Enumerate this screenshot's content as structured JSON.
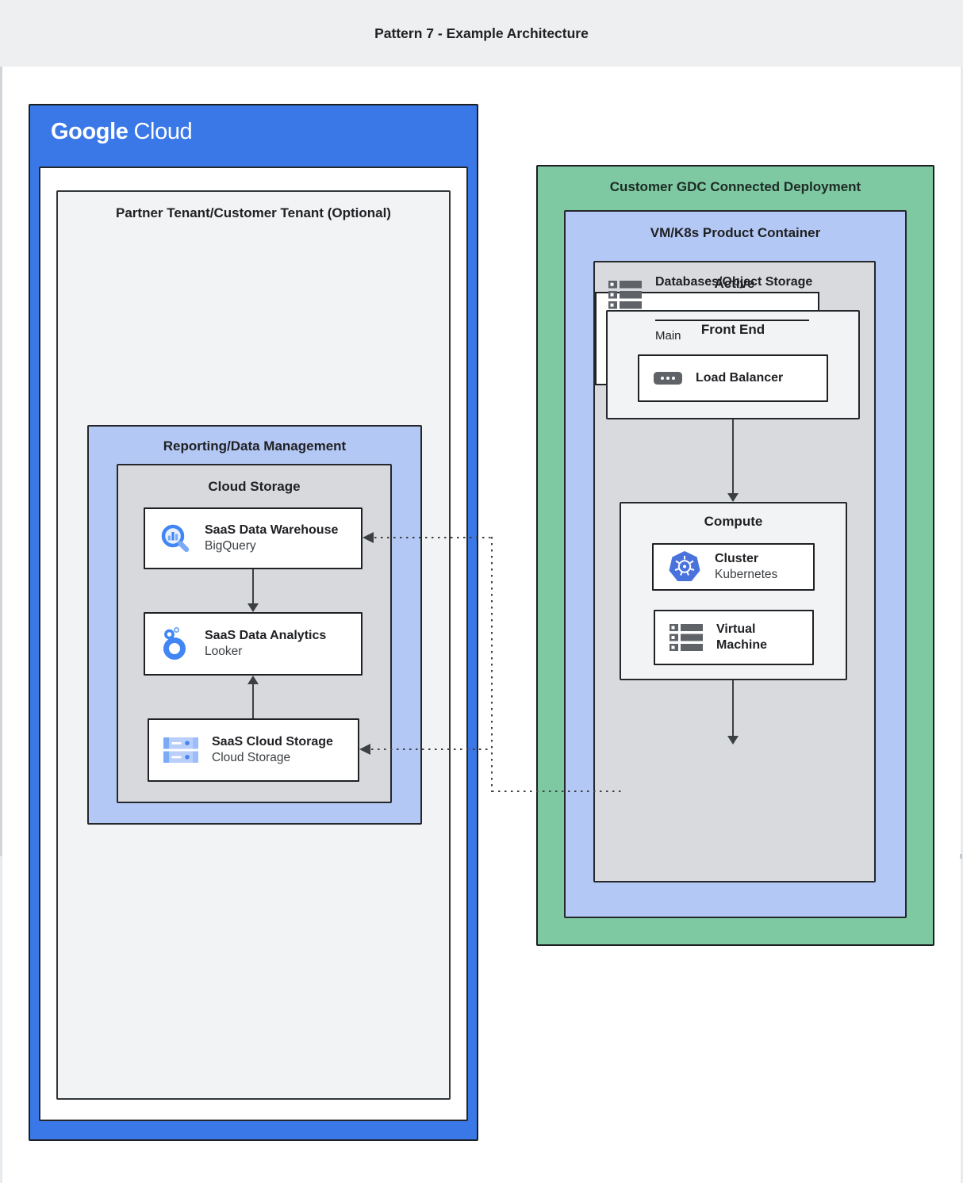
{
  "header": {
    "title": "Pattern 7 - Example Architecture"
  },
  "google_cloud": {
    "logo": {
      "google": "Google",
      "cloud": "Cloud"
    },
    "partner_tenant": {
      "title": "Partner Tenant/Customer Tenant (Optional)",
      "reporting": {
        "title": "Reporting/Data Management",
        "storage_group": {
          "title": "Cloud Storage",
          "warehouse_card": {
            "title": "SaaS Data Warehouse",
            "subtitle": "BigQuery",
            "icon": "bigquery-icon"
          },
          "analytics_card": {
            "title": "SaaS Data Analytics",
            "subtitle": "Looker",
            "icon": "looker-icon"
          },
          "storage_card": {
            "title": "SaaS Cloud Storage",
            "subtitle": "Cloud Storage",
            "icon": "cloud-storage-icon"
          }
        }
      }
    }
  },
  "gdc_deployment": {
    "title": "Customer GDC Connected Deployment",
    "product_container": {
      "title": "VM/K8s Product Container",
      "active": {
        "title": "Active",
        "front_end": {
          "title": "Front End",
          "load_balancer_card": {
            "title": "Load Balancer",
            "icon": "load-balancer-icon"
          }
        },
        "compute": {
          "title": "Compute",
          "cluster_card": {
            "title": "Cluster",
            "subtitle": "Kubernetes",
            "icon": "kubernetes-icon"
          },
          "vm_card": {
            "title": "Virtual Machine",
            "icon": "virtual-machine-icon"
          }
        },
        "database_card": {
          "title": "Databases/Object Storage",
          "footer": "Main",
          "icon": "databases-icon"
        }
      }
    }
  },
  "connections": {
    "solid_arrows": [
      "warehouse->analytics",
      "storage->analytics (up)",
      "front-end->compute",
      "compute->databases"
    ],
    "dotted_arrows": [
      "databases->warehouse",
      "databases->saas-cloud-storage"
    ]
  },
  "colors": {
    "header_bg": "#edeff1",
    "google_blue": "#3b78e7",
    "panel_light_blue": "#b3c8f4",
    "panel_green": "#7ec8a2",
    "panel_gray": "#d8d9dc",
    "panel_light_gray": "#f1f3f4",
    "box_border": "#202124",
    "icon_blue": "#4285f4",
    "icon_light_blue": "#7baaf7",
    "icon_gray": "#5f6368",
    "connector": "#3c4043"
  }
}
